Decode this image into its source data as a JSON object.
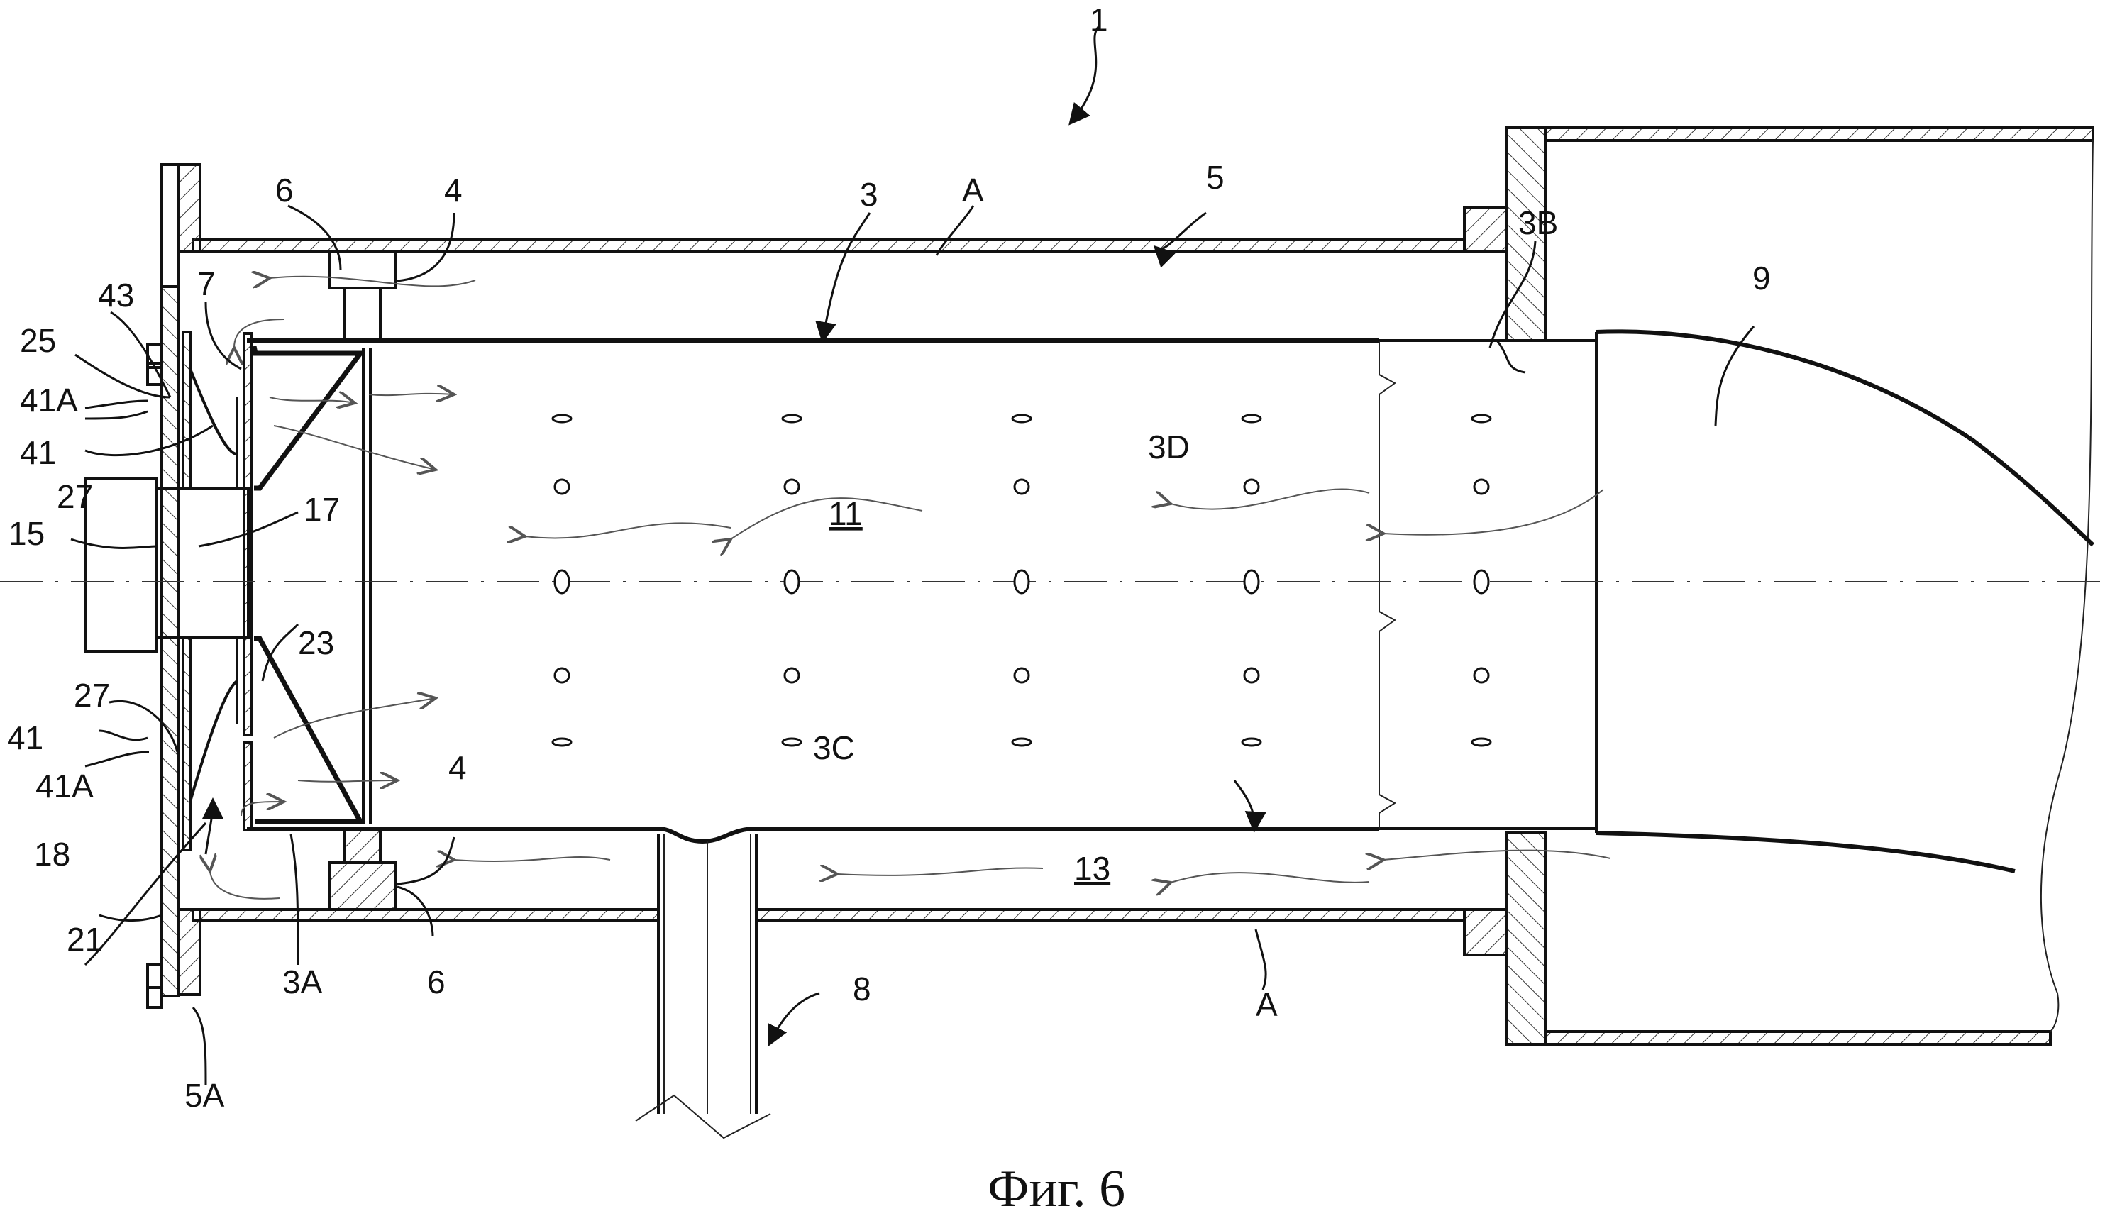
{
  "figure": {
    "caption": "Фиг. 6",
    "type": "patent cross-section drawing"
  },
  "labels": {
    "assembly": "1",
    "inner_tube": "3",
    "tube_end_a": "3A",
    "tube_end_b": "3B",
    "tube_wall_c": "3C",
    "holes_d": "3D",
    "support": "4",
    "support_lower": "4",
    "casing": "5",
    "casing_flange": "5A",
    "spacer_top": "6",
    "spacer_bottom": "6",
    "passage": "7",
    "drain": "8",
    "duct": "9",
    "chamber": "11",
    "annulus": "13",
    "motor": "15",
    "shaft": "17",
    "cover_plate": "18",
    "inlet": "21",
    "disk": "23",
    "seal": "25",
    "vane_top": "27",
    "vane_bottom": "27",
    "bolt_top": "41",
    "nut_top": "41A",
    "bolt_bottom": "41",
    "nut_bottom": "41A",
    "gasket": "43",
    "flow_top": "A",
    "flow_bottom": "A"
  },
  "holes": {
    "columns": 5,
    "rows": 5
  }
}
